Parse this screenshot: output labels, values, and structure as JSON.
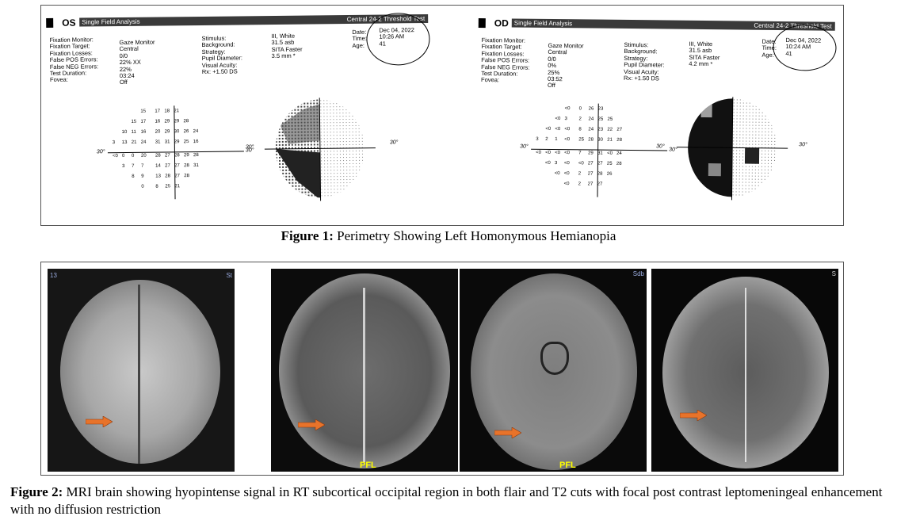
{
  "figure1": {
    "left": {
      "eye": "OS",
      "eye_label": "OS",
      "title": "Single Field Analysis",
      "test": "Central 24-2 Threshold Test",
      "col1_labels": [
        "Fixation Monitor:",
        "Fixation Target:",
        "Fixation Losses:",
        "False POS Errors:",
        "False NEG Errors:",
        "Test Duration:",
        "Fovea:"
      ],
      "col1_values": [
        "Gaze Monitor",
        "Central",
        "0/0",
        "22% XX",
        "22%",
        "03:24",
        "Off"
      ],
      "col2_labels": [
        "Stimulus:",
        "Background:",
        "Strategy:",
        "Pupil Diameter:",
        "Visual Acuity:",
        "Rx:"
      ],
      "col2_values": [
        "III, White",
        "31.5 asb",
        "SITA Faster",
        "3.5 mm *",
        "",
        "+1.50 DS"
      ],
      "date_labels": [
        "Date:",
        "Time:",
        "Age:"
      ],
      "date_values": [
        "Dec 04, 2022",
        "10:26 AM",
        "41"
      ],
      "deg_left": "30°",
      "deg_right": "30°",
      "deg_plot_left": "30°",
      "deg_plot_right": "30°",
      "threshold_rows": [
        [
          "15",
          "17",
          "18",
          "21"
        ],
        [
          "15",
          "17",
          "16",
          "29",
          "29",
          "28"
        ],
        [
          "10",
          "11",
          "16",
          "20",
          "29",
          "30",
          "26",
          "24"
        ],
        [
          "3",
          "13",
          "21",
          "24",
          "31",
          "31",
          "29",
          "25",
          "16"
        ],
        [
          "<0",
          "0",
          "0",
          "20",
          "28",
          "27",
          "28",
          "29",
          "28"
        ],
        [
          "3",
          "7",
          "7",
          "14",
          "27",
          "27",
          "28",
          "31"
        ],
        [
          "8",
          "9",
          "13",
          "28",
          "27",
          "28"
        ],
        [
          "0",
          "8",
          "25",
          "21"
        ]
      ]
    },
    "right": {
      "eye": "OD",
      "eye_label": "OD",
      "title": "Single Field Analysis",
      "test": "Central 24-2 Threshold Test",
      "col1_labels": [
        "Fixation Monitor:",
        "Fixation Target:",
        "Fixation Losses:",
        "False POS Errors:",
        "False NEG Errors:",
        "Test Duration:",
        "Fovea:"
      ],
      "col1_values": [
        "Gaze Monitor",
        "Central",
        "0/0",
        "0%",
        "25%",
        "03:52",
        "Off"
      ],
      "col2_labels": [
        "Stimulus:",
        "Background:",
        "Strategy:",
        "Pupil Diameter:",
        "Visual Acuity:",
        "Rx:"
      ],
      "col2_values": [
        "III, White",
        "31.5 asb",
        "SITA Faster",
        "4.2 mm *",
        "",
        "+1.50 DS"
      ],
      "date_labels": [
        "Date:",
        "Time:",
        "Age:"
      ],
      "date_values": [
        "Dec 04, 2022",
        "10:24 AM",
        "41"
      ],
      "deg_left": "30°",
      "deg_right": "30°",
      "deg_plot_left": "30°",
      "deg_plot_right": "30°",
      "threshold_rows": [
        [
          "<0",
          "0",
          "26",
          "23"
        ],
        [
          "<0",
          "3",
          "2",
          "24",
          "25",
          "25"
        ],
        [
          "<0",
          "<0",
          "<0",
          "8",
          "24",
          "23",
          "22",
          "27"
        ],
        [
          "3",
          "2",
          "1",
          "<0",
          "25",
          "28",
          "30",
          "21",
          "28"
        ],
        [
          "<0",
          "<0",
          "<0",
          "<0",
          "7",
          "29",
          "31",
          "<0",
          "24"
        ],
        [
          "<0",
          "3",
          "<0",
          "<0",
          "27",
          "27",
          "25",
          "28"
        ],
        [
          "<0",
          "<0",
          "2",
          "27",
          "28",
          "26"
        ],
        [
          "<0",
          "2",
          "27",
          "27"
        ]
      ]
    },
    "caption_label": "Figure 1:",
    "caption_text": " Perimetry Showing Left Homonymous Hemianopia"
  },
  "figure2": {
    "panels": [
      {
        "corner_left": "13",
        "corner_right": "St",
        "tag": ""
      },
      {
        "corner_left": "",
        "corner_right": "",
        "tag": "PFL"
      },
      {
        "corner_left": "",
        "corner_right": "Sdb",
        "tag": "PFL"
      },
      {
        "corner_left": "",
        "corner_right": "S",
        "tag": ""
      }
    ],
    "arrow_color": "#e8732a",
    "caption_label": "Figure 2:",
    "caption_text": " MRI brain showing hyopintense signal in RT subcortical occipital region in both flair and T2 cuts with focal post contrast leptomeningeal enhancement with no diffusion restriction"
  }
}
